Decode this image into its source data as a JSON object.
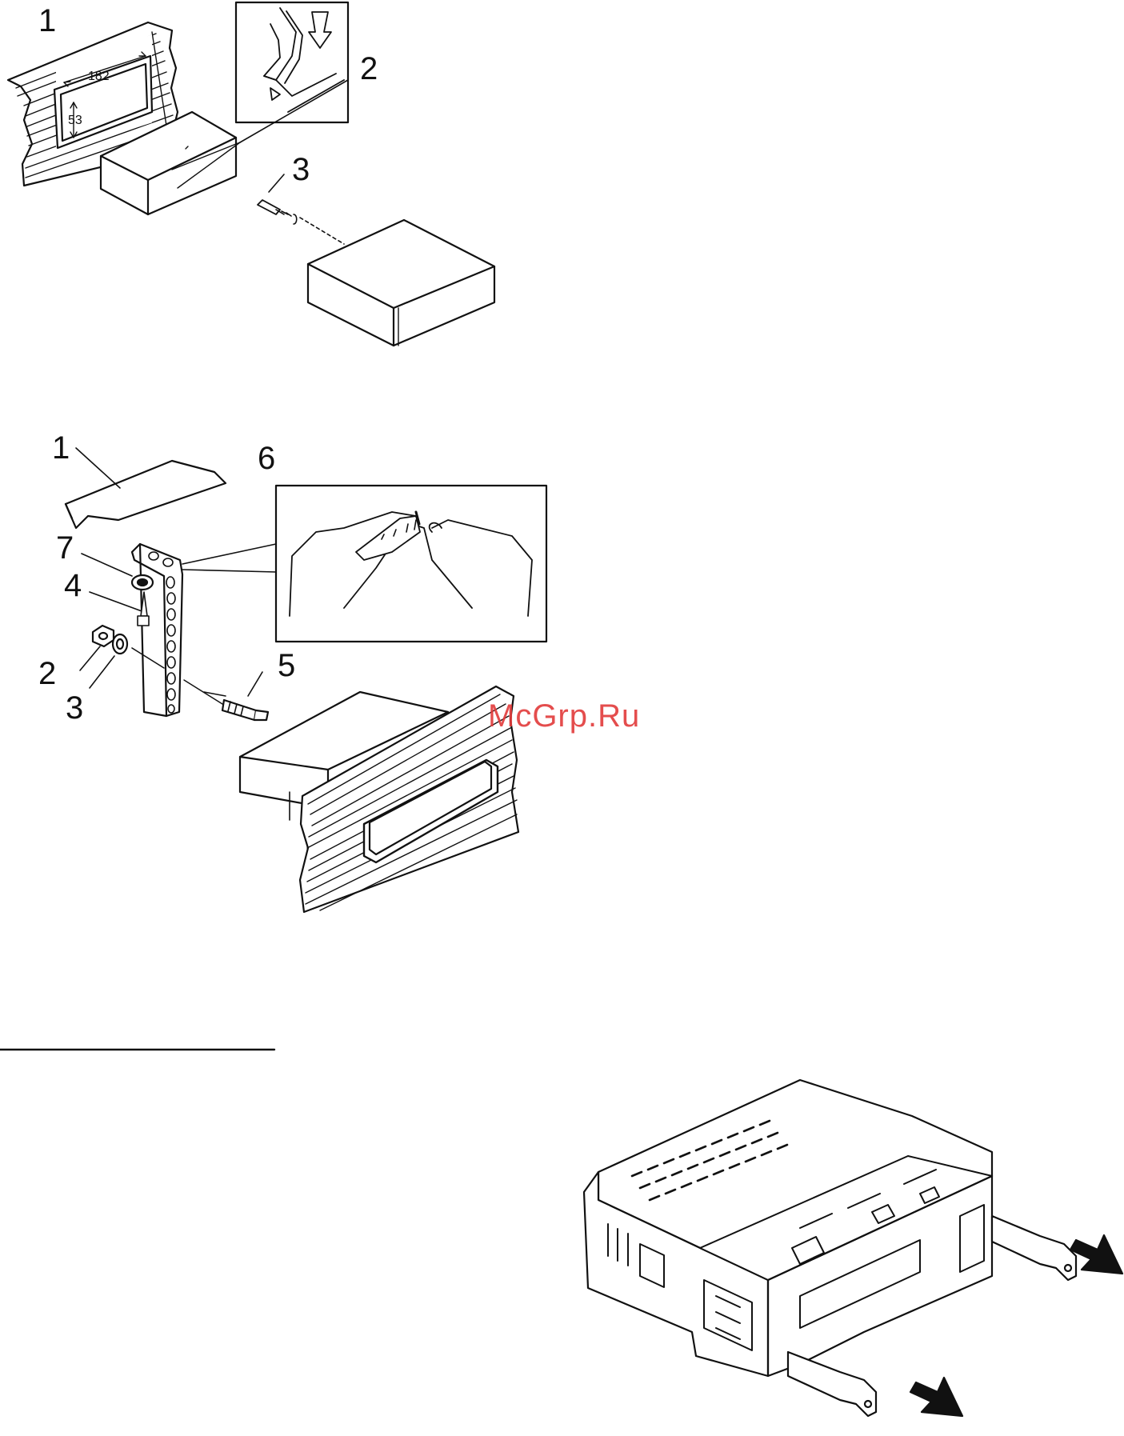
{
  "figure1": {
    "callouts": [
      "1",
      "2",
      "3"
    ],
    "dimensions": {
      "width": "182",
      "height": "53"
    }
  },
  "figure2": {
    "callouts": [
      "1",
      "6",
      "7",
      "4",
      "2",
      "3",
      "5"
    ]
  },
  "figure3": {
    "arrows": [
      "right-down-arrow-icon",
      "right-down-arrow-icon"
    ]
  },
  "watermark": {
    "text": "McGrp.Ru",
    "color": "#e23a3a"
  }
}
